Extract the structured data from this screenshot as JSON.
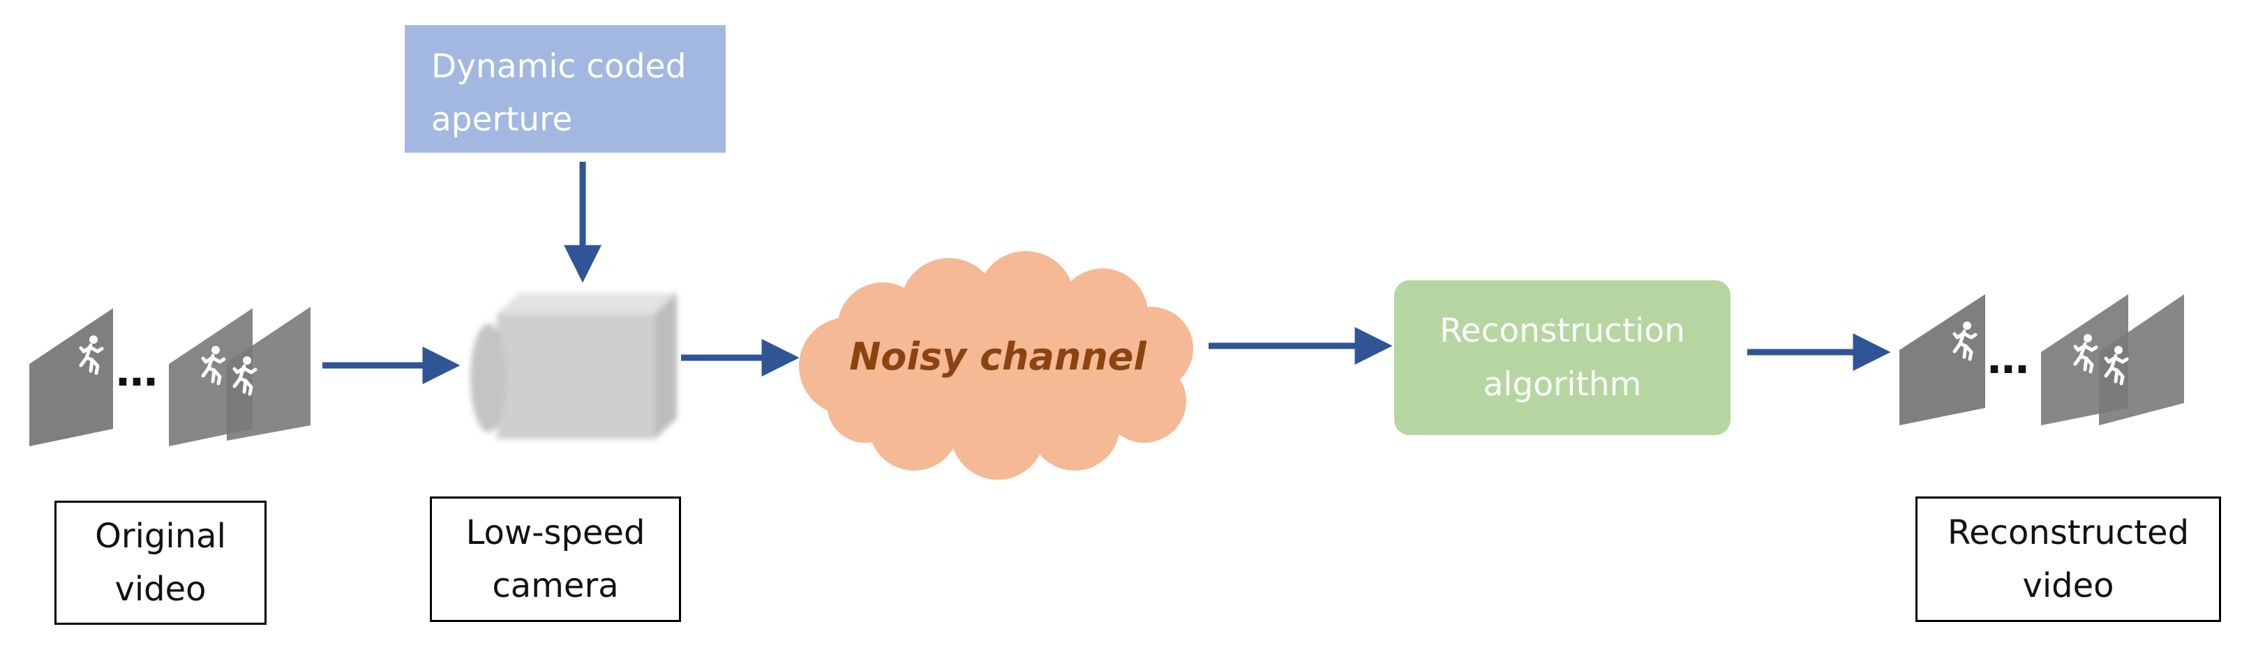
{
  "aperture": {
    "line1": "Dynamic coded",
    "line2": "aperture"
  },
  "noisy_channel": {
    "label": "Noisy channel"
  },
  "reconstruction": {
    "line1": "Reconstruction",
    "line2": "algorithm"
  },
  "labels": {
    "original": {
      "line1": "Original",
      "line2": "video"
    },
    "camera": {
      "line1": "Low-speed",
      "line2": "camera"
    },
    "reconstructed": {
      "line1": "Reconstructed",
      "line2": "video"
    }
  },
  "frames": {
    "ellipsis": "…"
  },
  "colors": {
    "arrow": "#2f5597",
    "aperture_fill": "#a2b8e1",
    "recon_fill": "#b5d6a0",
    "cloud_fill": "#f5b995",
    "noisy_text": "#8b4410",
    "frame_fill": "#7f7f7f"
  },
  "icons": [
    "running-person-icon",
    "camera-icon",
    "cloud-shape"
  ]
}
